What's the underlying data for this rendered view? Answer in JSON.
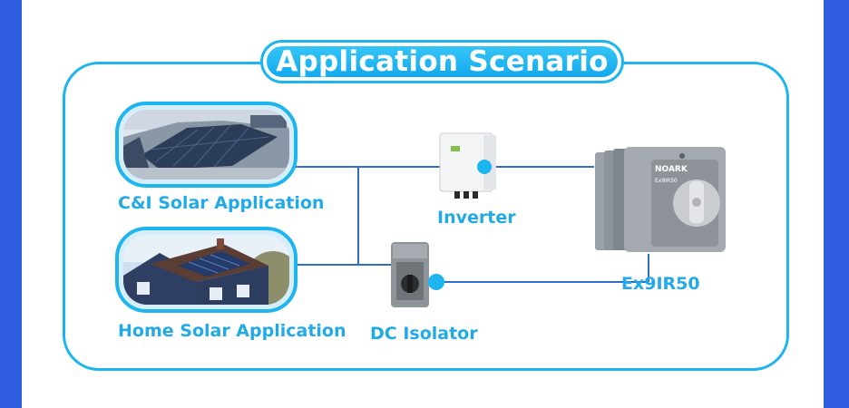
{
  "title": "Application Scenario",
  "nodes": {
    "ci_solar": {
      "label": "C&I Solar Application"
    },
    "home_solar": {
      "label": "Home Solar Application"
    },
    "inverter": {
      "label": "Inverter"
    },
    "dc_isolator": {
      "label": "DC Isolator"
    },
    "ex9ir50": {
      "label": "Ex9IR50",
      "brand_text": "NOARK",
      "model_text": "Ex9IR50"
    }
  },
  "colors": {
    "accent": "#1cb5f0",
    "label_text": "#21a9e8",
    "outer_background": "#2f5fe0",
    "connector_line": "#2f6fc9"
  }
}
